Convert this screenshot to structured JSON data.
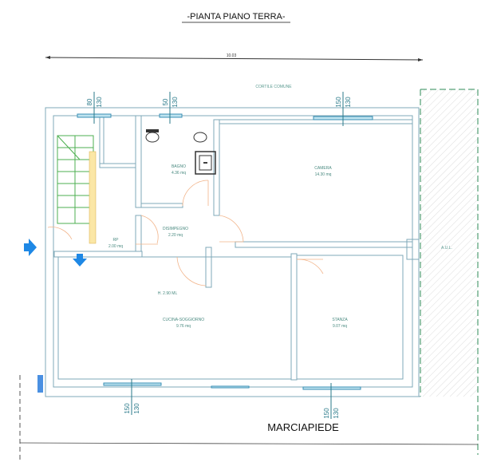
{
  "title": "-PIANTA PIANO TERRA-",
  "overall_dimension": "10.03",
  "courtyard_label": "CORTILE COMUNE",
  "side_area_label": "A.U.L.",
  "street_label": "MARCIAPIEDE",
  "height_note": "H. 2.90 ML",
  "rooms": [
    {
      "name": "BAGNO",
      "area": "4.36 mq"
    },
    {
      "name": "CAMERA",
      "area": "14.30 mq"
    },
    {
      "name": "DISIMPEGNO",
      "area": "2.20 mq"
    },
    {
      "name": "RP",
      "area": "2.00 mq"
    },
    {
      "name": "CUCINA-SOGGIORNO",
      "area": "9.76 mq"
    },
    {
      "name": "STANZA",
      "area": "9.07 mq"
    }
  ],
  "windows": [
    {
      "width": "80",
      "height": "130"
    },
    {
      "width": "50",
      "height": "130"
    },
    {
      "width": "150",
      "height": "130"
    },
    {
      "width": "150",
      "height": "130"
    },
    {
      "width": "150",
      "height": "130"
    }
  ],
  "colors": {
    "wall": "#7fa9b8",
    "window": "#3a8fb5",
    "door": "#f2b48a",
    "stair": "#4caf50",
    "arrow": "#1e88e5"
  }
}
